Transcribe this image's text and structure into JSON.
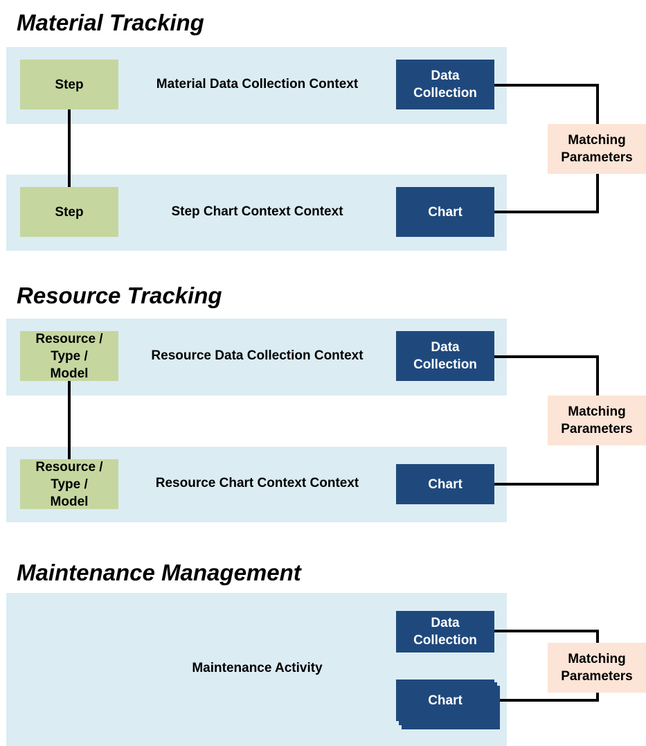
{
  "sections": [
    {
      "title": "Material Tracking",
      "top_row": {
        "left_box": "Step",
        "context": "Material Data Collection Context",
        "right_box": "Data\nCollection"
      },
      "bottom_row": {
        "left_box": "Step",
        "context": "Step Chart Context Context",
        "right_box": "Chart"
      },
      "match_box": "Matching\nParameters"
    },
    {
      "title": "Resource Tracking",
      "top_row": {
        "left_box": "Resource /\nType /\nModel",
        "context": "Resource Data Collection Context",
        "right_box": "Data\nCollection"
      },
      "bottom_row": {
        "left_box": "Resource /\nType /\nModel",
        "context": "Resource Chart Context Context",
        "right_box": "Chart"
      },
      "match_box": "Matching\nParameters"
    },
    {
      "title": "Maintenance Management",
      "context": "Maintenance Activity",
      "data_box": "Data\nCollection",
      "chart_box": "Chart",
      "match_box": "Matching\nParameters"
    }
  ],
  "colors": {
    "band": "#dbecf3",
    "green_box": "#c5d79f",
    "blue_box": "#1f497d",
    "peach_box": "#fce4d6",
    "connector": "#000000"
  }
}
